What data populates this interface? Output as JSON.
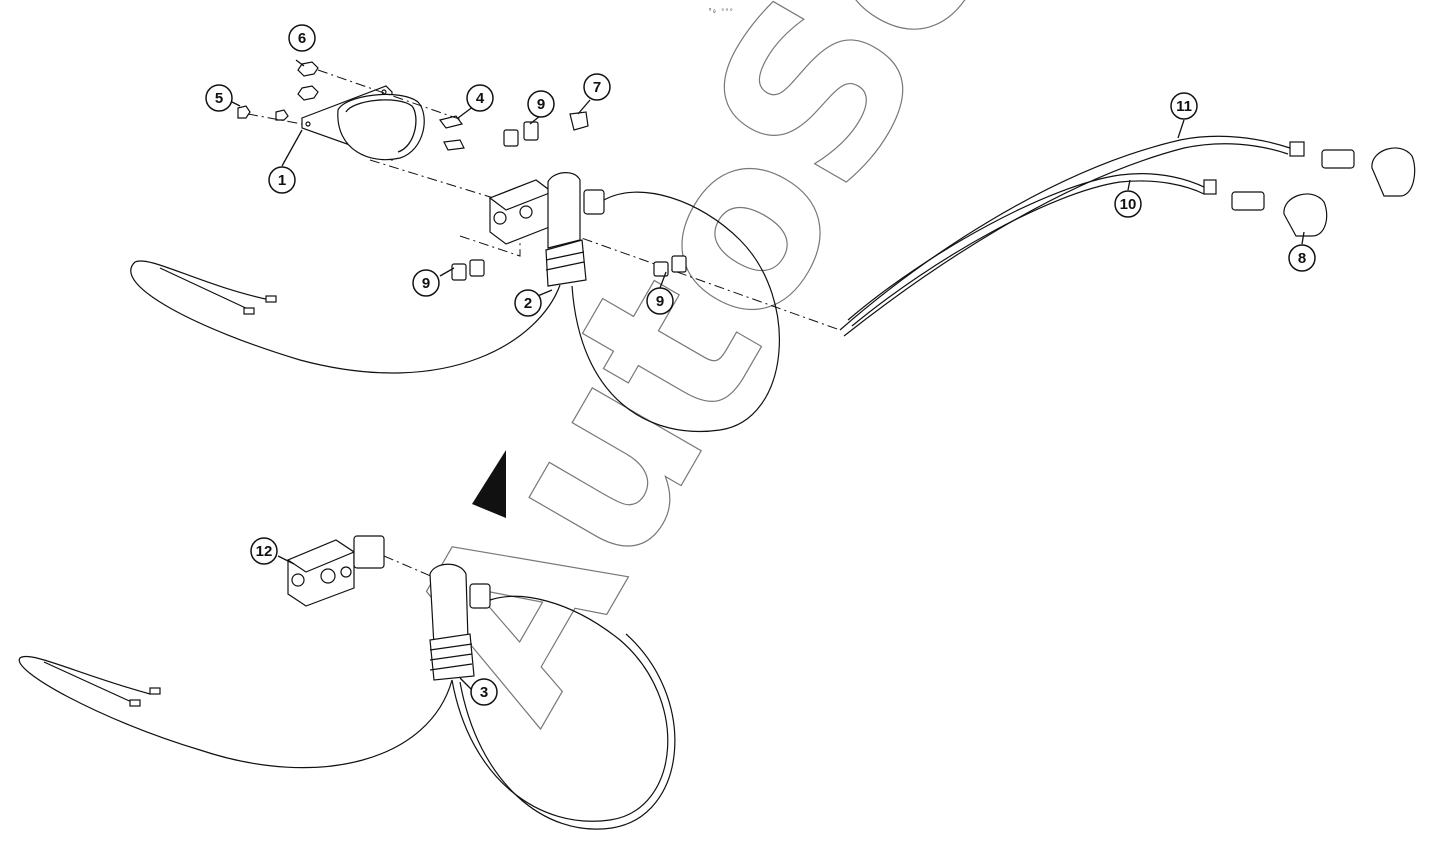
{
  "header_mark": "⁰₀ ᵒᵒᵒ",
  "watermark": "AutoSoft",
  "colors": {
    "line": "#111111",
    "watermark": "#777777",
    "background": "#ffffff"
  },
  "callouts": [
    {
      "id": "1",
      "label": "1"
    },
    {
      "id": "2",
      "label": "2"
    },
    {
      "id": "3",
      "label": "3"
    },
    {
      "id": "4",
      "label": "4"
    },
    {
      "id": "5",
      "label": "5"
    },
    {
      "id": "6",
      "label": "6"
    },
    {
      "id": "7",
      "label": "7"
    },
    {
      "id": "8",
      "label": "8"
    },
    {
      "id": "9a",
      "label": "9"
    },
    {
      "id": "9b",
      "label": "9"
    },
    {
      "id": "9c",
      "label": "9"
    },
    {
      "id": "10",
      "label": "10"
    },
    {
      "id": "11",
      "label": "11"
    },
    {
      "id": "12",
      "label": "12"
    }
  ]
}
